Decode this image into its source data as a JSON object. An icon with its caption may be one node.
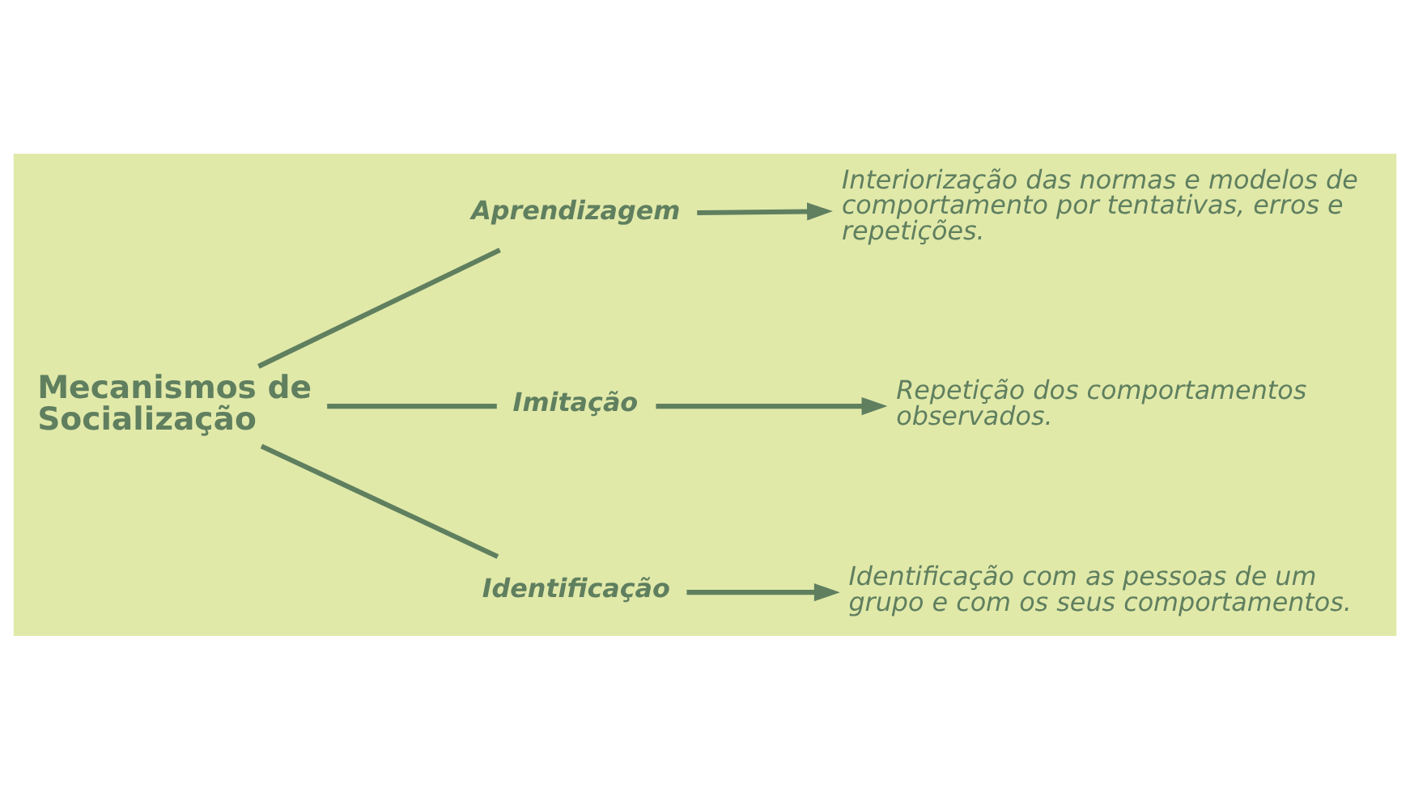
{
  "diagram": {
    "nodes": [
      {
        "text": [
          "Mecanismos de Socialização"
        ]
      },
      {
        "text": [
          "Aprendizagem"
        ]
      },
      {
        "text": [
          "Interiorização das normas e modelos de comportamento por tentativas, erros e repetições."
        ]
      },
      {
        "text": [
          "Imitação"
        ]
      },
      {
        "text": [
          "Repetição dos comportamentos observados."
        ]
      },
      {
        "text": [
          "Identificação"
        ]
      },
      {
        "text": [
          "Identificação com as pessoas de um grupo e com os seus comportamentos."
        ]
      }
    ],
    "edges": [
      {
        "from": 0,
        "to": 1,
        "arrow": "none"
      },
      {
        "from": 0,
        "to": 3,
        "arrow": "none"
      },
      {
        "from": 0,
        "to": 5,
        "arrow": "none"
      },
      {
        "from": 1,
        "to": 2,
        "arrow": "to"
      },
      {
        "from": 3,
        "to": 4,
        "arrow": "to"
      },
      {
        "from": 5,
        "to": 6,
        "arrow": "to"
      }
    ]
  }
}
